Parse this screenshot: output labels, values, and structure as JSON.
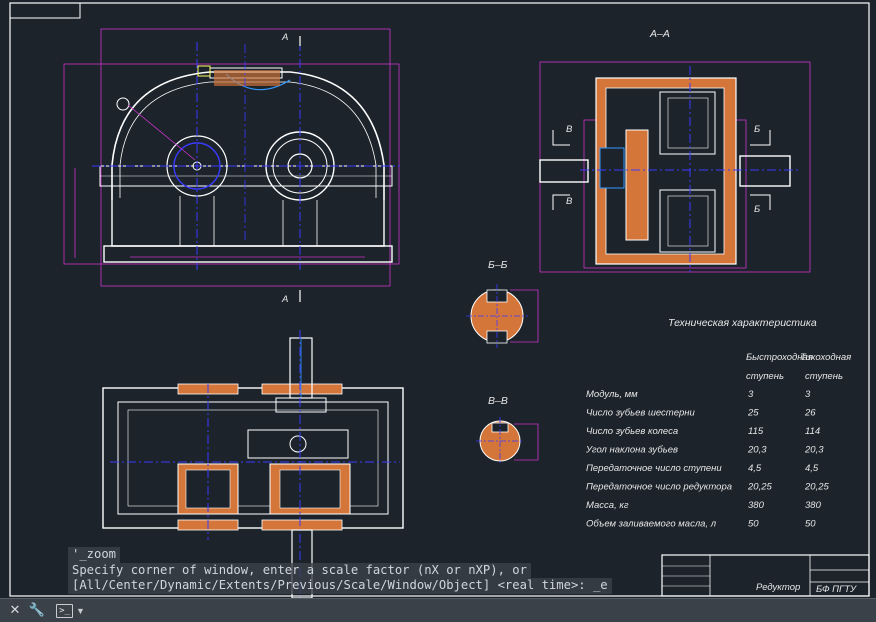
{
  "drawing": {
    "section_aa": "A–A",
    "section_bb": "Б–Б",
    "section_vv": "В–В",
    "cut_a": "A",
    "cut_b": "Б",
    "cut_v": "В",
    "tech_title": "Техническая характеристика"
  },
  "tech_table": {
    "col_headers": [
      "Быстроходная",
      "Тихоходная"
    ],
    "col_sub": [
      "ступень",
      "ступень"
    ],
    "rows": [
      {
        "label": "Модуль, мм",
        "fast": "3",
        "slow": "3"
      },
      {
        "label": "Число зубьев шестерни",
        "fast": "25",
        "slow": "26"
      },
      {
        "label": "Число зубьев колеса",
        "fast": "115",
        "slow": "114"
      },
      {
        "label": "Угол наклона зубьев",
        "fast": "20,3",
        "slow": "20,3"
      },
      {
        "label": "Передаточное число ступени",
        "fast": "4,5",
        "slow": "4,5"
      },
      {
        "label": "Передаточное число редуктора",
        "fast": "20,25",
        "slow": "20,25"
      },
      {
        "label": "Масса, кг",
        "fast": "380",
        "slow": "380"
      },
      {
        "label": "Объем заливаемого масла, л",
        "fast": "50",
        "slow": "50"
      }
    ]
  },
  "title_block": {
    "name": "Редуктор",
    "org": "БФ ПГТУ"
  },
  "command_line": {
    "history": [
      "'_zoom",
      "Specify corner of window, enter a scale factor (nX or nXP), or",
      "[All/Center/Dynamic/Extents/Previous/Scale/Window/Object] <real time>: _e"
    ],
    "input_value": "",
    "close_icon": "close-icon",
    "customize_icon": "wrench-icon",
    "prompt_icon": "command-prompt-icon",
    "dropdown_icon": "chevron-down-icon"
  },
  "colors": {
    "background": "#1c232b",
    "outline": "#ffffff",
    "dimension": "#cc33cc",
    "centerline": "#3a3aff",
    "hatch": "#d4763a"
  }
}
